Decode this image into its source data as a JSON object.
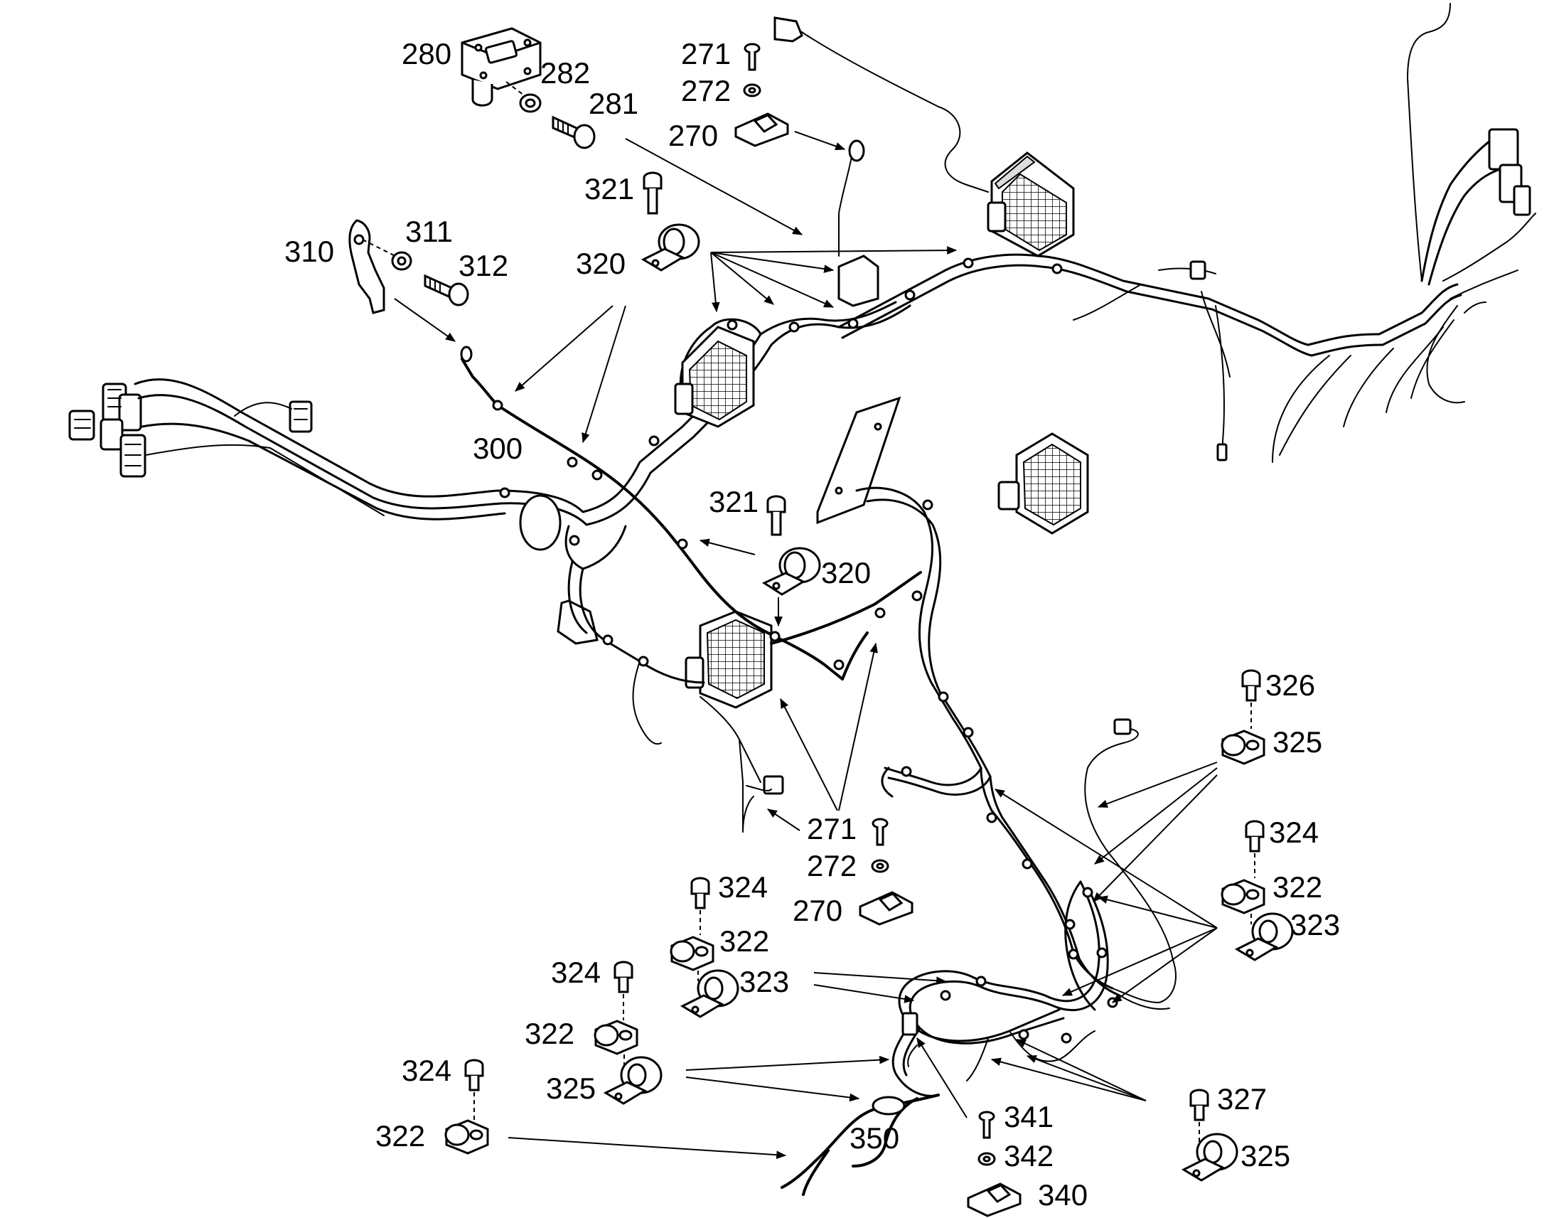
{
  "labels": {
    "l280": "280",
    "l282": "282",
    "l281": "281",
    "l271a": "271",
    "l272a": "272",
    "l270a": "270",
    "l321a": "321",
    "l320a": "320",
    "l310": "310",
    "l311": "311",
    "l312": "312",
    "l300": "300",
    "l321b": "321",
    "l320b": "320",
    "l326": "326",
    "l325a": "325",
    "l324a": "324",
    "l322a": "322",
    "l323a": "323",
    "l271b": "271",
    "l272b": "272",
    "l270b": "270",
    "l324b": "324",
    "l322b": "322",
    "l323b": "323",
    "l324c": "324",
    "l322c": "322",
    "l325b": "325",
    "l324d": "324",
    "l322d": "322",
    "l350": "350",
    "l341": "341",
    "l342": "342",
    "l340": "340",
    "l327": "327",
    "l325c": "325"
  }
}
